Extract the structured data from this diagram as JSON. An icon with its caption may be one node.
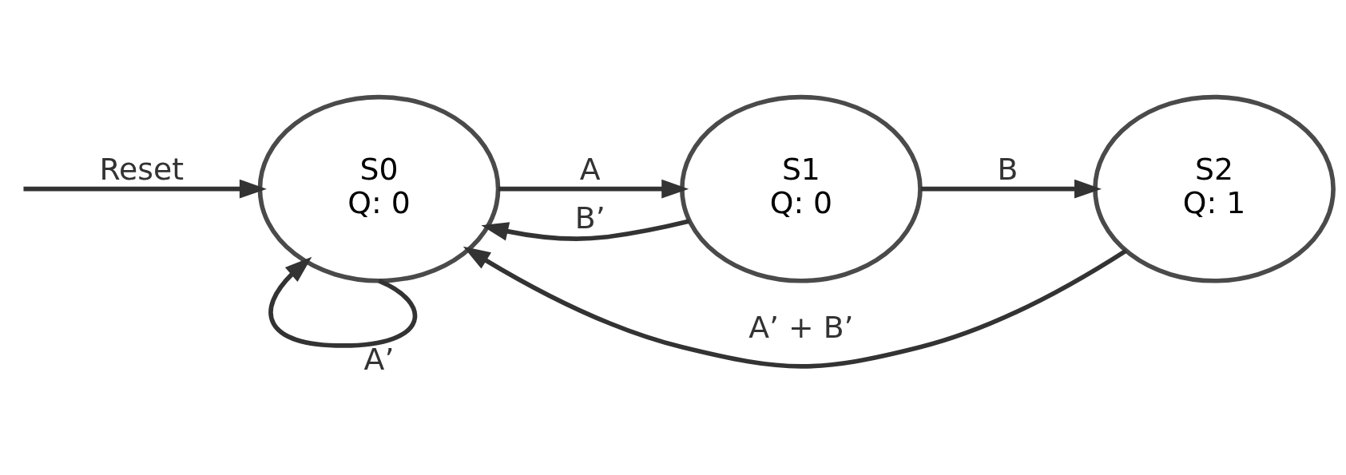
{
  "diagram": {
    "nodes": [
      {
        "text": [
          "S0",
          "Q: 0"
        ]
      },
      {
        "text": [
          "S1",
          "Q: 0"
        ]
      },
      {
        "text": [
          "S2",
          "Q: 1"
        ]
      }
    ],
    "edges": [
      {
        "from": null,
        "to": 0,
        "arrow": "to",
        "label": "Reset"
      },
      {
        "from": 0,
        "to": 1,
        "arrow": "to",
        "label": "A"
      },
      {
        "from": 1,
        "to": 0,
        "arrow": "to",
        "label": "B’"
      },
      {
        "from": 1,
        "to": 2,
        "arrow": "to",
        "label": "B"
      },
      {
        "from": 0,
        "to": 0,
        "arrow": "to",
        "label": "A’"
      },
      {
        "from": 2,
        "to": 0,
        "arrow": "to",
        "label": "A’ + B’"
      }
    ]
  }
}
